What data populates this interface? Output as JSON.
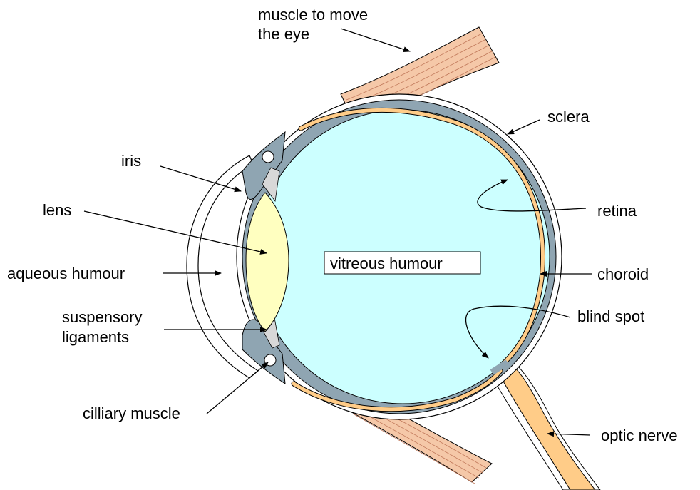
{
  "labels": {
    "muscle_line1": "muscle to move",
    "muscle_line2": "the eye",
    "sclera": "sclera",
    "iris": "iris",
    "lens": "lens",
    "retina": "retina",
    "aqueous": "aqueous humour",
    "vitreous": "vitreous humour",
    "choroid": "choroid",
    "suspensory_line1": "suspensory",
    "suspensory_line2": "ligaments",
    "blind_spot": "blind spot",
    "cilliary": "cilliary muscle",
    "optic_nerve": "optic nerve"
  },
  "colors": {
    "vitreous_fill": "#ccffff",
    "sclera_outline": "#000000",
    "choroid_fill": "#8fa5b2",
    "retina_fill": "#ffcc88",
    "lens_fill": "#ffffc0",
    "muscle_fill": "#f5c8a8",
    "optic_nerve_fill": "#ffcc88",
    "ligament_fill": "#d8d8d8"
  }
}
